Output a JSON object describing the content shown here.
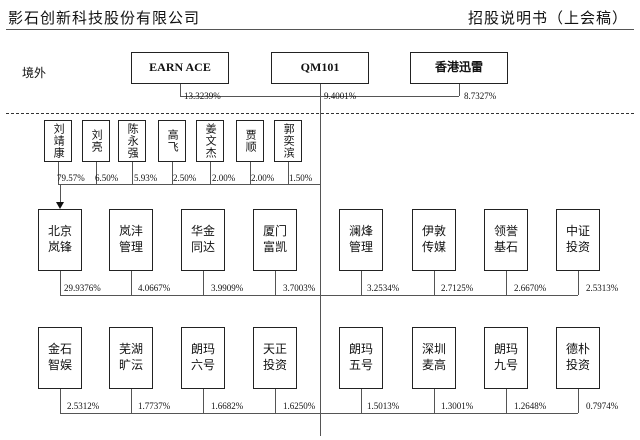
{
  "header": {
    "company": "影石创新科技股份有限公司",
    "doc": "招股说明书（上会稿）"
  },
  "region_label": "境外",
  "top_holders": [
    {
      "name": "EARN ACE",
      "pct": "13.3239%"
    },
    {
      "name": "QM101",
      "pct": "9.4001%"
    },
    {
      "name": "香港迅雷",
      "pct": "8.7327%"
    }
  ],
  "individuals": [
    {
      "name": "刘靖康",
      "pct": "79.57%"
    },
    {
      "name": "刘亮",
      "pct": "6.50%"
    },
    {
      "name": "陈永强",
      "pct": "5.93%"
    },
    {
      "name": "高飞",
      "pct": "2.50%"
    },
    {
      "name": "姜文杰",
      "pct": "2.00%"
    },
    {
      "name": "贾顺",
      "pct": "2.00%"
    },
    {
      "name": "郭奕滨",
      "pct": "1.50%"
    }
  ],
  "row1": [
    {
      "name": "北京岚锋",
      "pct": "29.9376%"
    },
    {
      "name": "岚沣管理",
      "pct": "4.0667%"
    },
    {
      "name": "华金同达",
      "pct": "3.9909%"
    },
    {
      "name": "厦门富凯",
      "pct": "3.7003%"
    },
    {
      "name": "澜烽管理",
      "pct": "3.2534%"
    },
    {
      "name": "伊敦传媒",
      "pct": "2.7125%"
    },
    {
      "name": "领誉基石",
      "pct": "2.6670%"
    },
    {
      "name": "中证投资",
      "pct": "2.5313%"
    }
  ],
  "row2": [
    {
      "name": "金石智娱",
      "pct": "2.5312%"
    },
    {
      "name": "芜湖旷沄",
      "pct": "1.7737%"
    },
    {
      "name": "朗玛六号",
      "pct": "1.6682%"
    },
    {
      "name": "天正投资",
      "pct": "1.6250%"
    },
    {
      "name": "朗玛五号",
      "pct": "1.5013%"
    },
    {
      "name": "深圳麦高",
      "pct": "1.3001%"
    },
    {
      "name": "朗玛九号",
      "pct": "1.2648%"
    },
    {
      "name": "德朴投资",
      "pct": "0.7974%"
    }
  ]
}
